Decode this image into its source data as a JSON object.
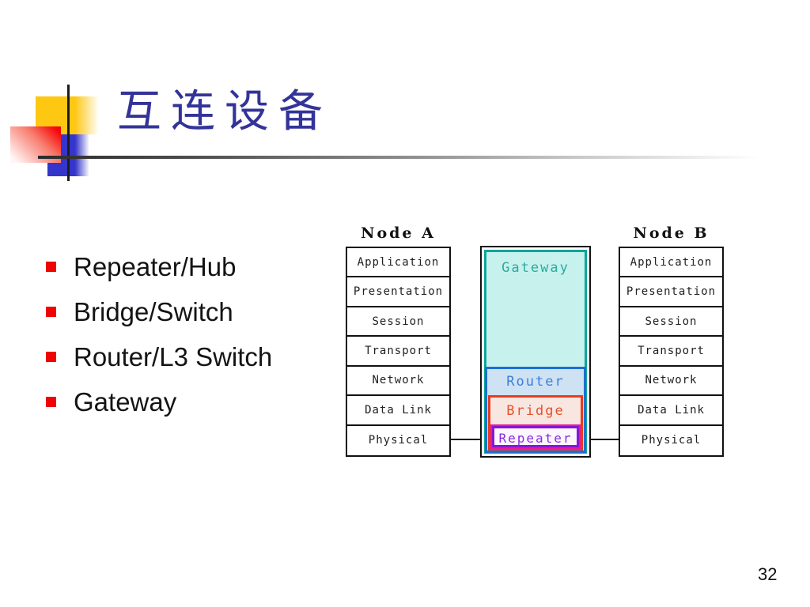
{
  "slide": {
    "title": "互连设备",
    "page_number": "32"
  },
  "bullets": [
    "Repeater/Hub",
    "Bridge/Switch",
    "Router/L3 Switch",
    "Gateway"
  ],
  "diagram": {
    "node_a": {
      "title": "Node A"
    },
    "node_b": {
      "title": "Node B"
    },
    "layers": [
      "Application",
      "Presentation",
      "Session",
      "Transport",
      "Network",
      "Data Link",
      "Physical"
    ],
    "devices": {
      "gateway": {
        "label": "Gateway",
        "border": "#0ea49a",
        "fill": "#c7f1ed",
        "text": "#2bab9f"
      },
      "router": {
        "label": "Router",
        "border": "#1b6fd4",
        "fill": "#cfe2f4",
        "text": "#3c7fd8"
      },
      "bridge": {
        "label": "Bridge",
        "border": "#e73c1e",
        "fill": "#f8e6e0",
        "text": "#e8502e"
      },
      "repeater": {
        "label": "Repeater",
        "border": "#8a14d8",
        "outline": "#ec1892",
        "fill": "#fcf7ff",
        "text": "#8a2ae0"
      }
    }
  },
  "colors": {
    "title_text": "#333399",
    "bullet_marker": "#ee0400",
    "decor_yellow": "#fec712",
    "decor_blue": "#3535cb",
    "decor_red": "#f50505",
    "line_dark": "#2c2c2c"
  }
}
